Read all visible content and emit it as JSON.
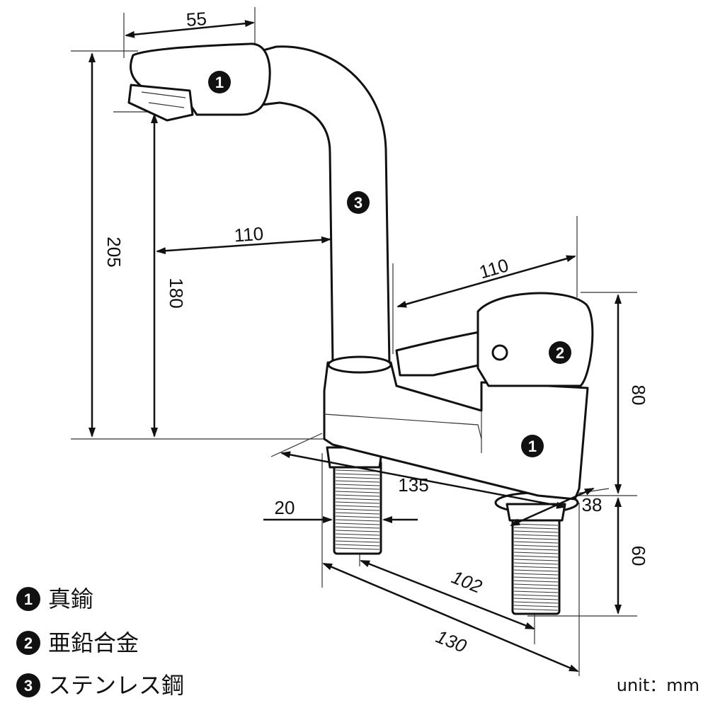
{
  "dimensions": {
    "spout_reach": "55",
    "total_height": "205",
    "spout_height": "180",
    "spout_to_body": "110",
    "handle_length": "110",
    "body_height": "80",
    "hole_spacing": "135",
    "shank_diameter": "20",
    "base_depth": "38",
    "shank_length": "60",
    "shank_center": "102",
    "base_width": "130"
  },
  "badges": {
    "spout": "1",
    "neck": "3",
    "handle": "2",
    "body": "1"
  },
  "legend": [
    {
      "num": "1",
      "text": "真鍮"
    },
    {
      "num": "2",
      "text": "亜鉛合金"
    },
    {
      "num": "3",
      "text": "ステンレス鋼"
    }
  ],
  "unit": "unit：mm"
}
